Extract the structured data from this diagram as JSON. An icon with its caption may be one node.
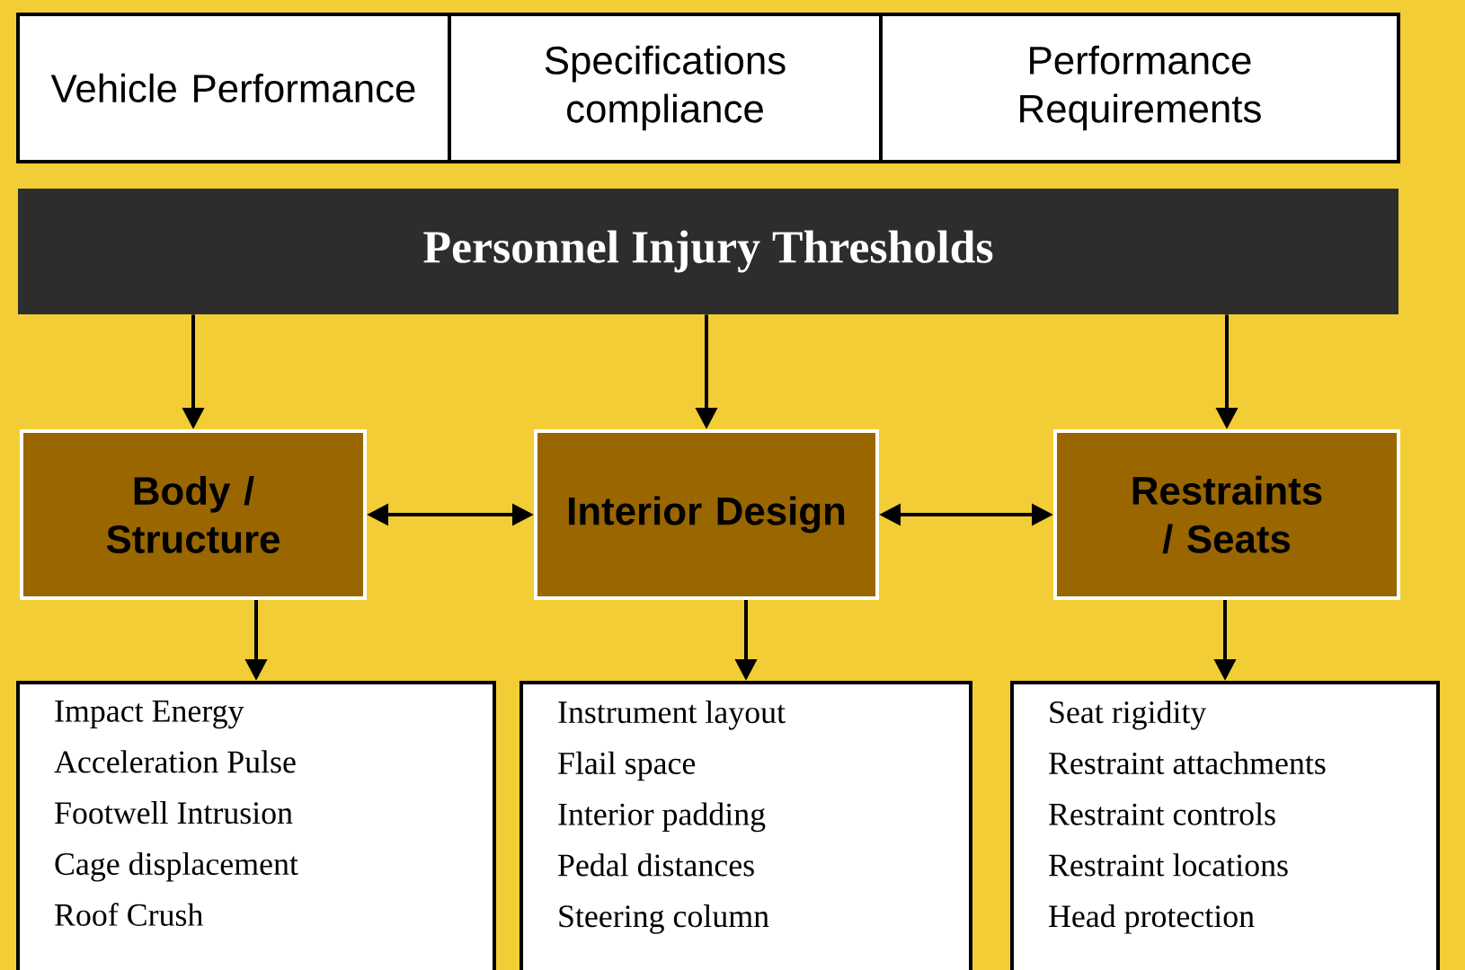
{
  "diagram": {
    "nodes": [
      {
        "text": [
          "Vehicle Performance"
        ]
      },
      {
        "text": [
          "Specifications compliance"
        ]
      },
      {
        "text": [
          "Performance Requirements"
        ]
      },
      {
        "text": [
          "Personnel Injury Thresholds"
        ]
      },
      {
        "text": [
          "Body / Structure"
        ]
      },
      {
        "text": [
          "Interior Design"
        ]
      },
      {
        "text": [
          "Restraints / Seats"
        ]
      },
      {
        "text": [
          "Impact Energy",
          "Acceleration  Pulse",
          "Footwell Intrusion",
          "Cage displacement",
          "Roof Crush"
        ]
      },
      {
        "text": [
          "Instrument layout",
          "Flail space",
          "Interior padding",
          "Pedal distances",
          "Steering column"
        ]
      },
      {
        "text": [
          "Seat rigidity",
          "Restraint  attachments",
          "Restraint controls",
          "Restraint locations",
          "Head  protection"
        ]
      }
    ],
    "edges": [
      {
        "from": 3,
        "to": 4,
        "arrow": "to"
      },
      {
        "from": 3,
        "to": 5,
        "arrow": "to"
      },
      {
        "from": 3,
        "to": 6,
        "arrow": "to"
      },
      {
        "from": 4,
        "to": 5,
        "arrow": "both"
      },
      {
        "from": 5,
        "to": 6,
        "arrow": "both"
      },
      {
        "from": 4,
        "to": 7,
        "arrow": "to"
      },
      {
        "from": 5,
        "to": 8,
        "arrow": "to"
      },
      {
        "from": 6,
        "to": 9,
        "arrow": "to"
      }
    ]
  }
}
